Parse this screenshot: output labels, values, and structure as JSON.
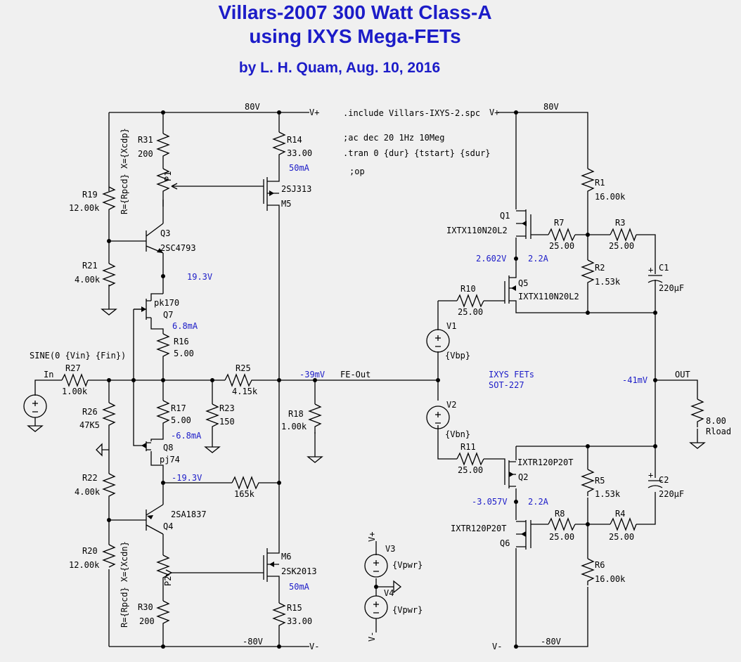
{
  "title": {
    "line1": "Villars-2007 300 Watt Class-A",
    "line2": "using IXYS Mega-FETs",
    "byline": "by L. H. Quam, Aug. 10, 2016"
  },
  "directives": [
    ".include Villars-IXYS-2.spc",
    ";ac dec 20 1Hz 10Meg",
    ".tran 0 {dur} {tstart} {sdur}",
    ";op"
  ],
  "nets": {
    "vplus_left": "80V",
    "vplus_right": "80V",
    "vminus_left": "-80V",
    "vminus_right": "-80V",
    "vp_flag": "V+",
    "vm_flag": "V-",
    "fe_out": "FE-Out",
    "out": "OUT",
    "in": "In"
  },
  "annotations": {
    "n_q3": "19.3V",
    "n_q4": "-19.3V",
    "i_q7": "6.8mA",
    "i_q8": "-6.8mA",
    "i_m5": "50mA",
    "i_m6": "50mA",
    "v_fe": "-39mV",
    "v_out": "-41mV",
    "v_q1": "2.602V",
    "i_q1": "2.2A",
    "v_q2": "-3.057V",
    "i_q2": "2.2A",
    "note1": "IXYS FETs",
    "note2": "SOT-227"
  },
  "source": {
    "sine": "SINE(0 {Vin} {Fin})"
  },
  "components": {
    "R31": "R31",
    "R31_v": "200",
    "P1": "P1",
    "R19": "R19",
    "R19_v": "12.00k",
    "Rp_top": "R={Rpcd} X={Xcdp}",
    "Q3": "Q3",
    "Q3_t": "2SC4793",
    "R21": "R21",
    "R21_v": "4.00k",
    "Q7": "Q7",
    "Q7_t": "pk170",
    "R16": "R16",
    "R16_v": "5.00",
    "R17": "R17",
    "R17_v": "5.00",
    "R23": "R23",
    "R23_v": "150",
    "R25": "R25",
    "R25_v": "4.15k",
    "R27": "R27",
    "R27_v": "1.00k",
    "R26": "R26",
    "R26_v": "47K5",
    "Q8": "Q8",
    "Q8_t": "pj74",
    "R22": "R22",
    "R22_v": "4.00k",
    "Rfb_v": "165k",
    "Q4": "Q4",
    "Q4_t": "2SA1837",
    "R20": "R20",
    "R20_v": "12.00k",
    "Rp_bot": "R={Rpcd} X={Xcdn}",
    "P2": "P2",
    "R30": "R30",
    "R30_v": "200",
    "R14": "R14",
    "R14_v": "33.00",
    "M5": "M5",
    "M5_t": "2SJ313",
    "M6": "M6",
    "M6_t": "2SK2013",
    "R15": "R15",
    "R15_v": "33.00",
    "R18": "R18",
    "R18_v": "1.00k",
    "V3": "V3",
    "V3_v": "{Vpwr}",
    "V4": "V4",
    "V4_v": "{Vpwr}",
    "Q1": "Q1",
    "Q1_t": "IXTX110N20L2",
    "Q5": "Q5",
    "Q5_t": "IXTX110N20L2",
    "R7": "R7",
    "R7_v": "25.00",
    "R1": "R1",
    "R1_v": "16.00k",
    "R3": "R3",
    "R3_v": "25.00",
    "R2": "R2",
    "R2_v": "1.53k",
    "C1": "C1",
    "C1_v": "220µF",
    "R10": "R10",
    "R10_v": "25.00",
    "V1": "V1",
    "V1_v": "{Vbp}",
    "V2": "V2",
    "V2_v": "{Vbn}",
    "R11": "R11",
    "R11_v": "25.00",
    "Q2": "Q2",
    "Q2_t": "IXTR120P20T",
    "Q6": "Q6",
    "Q6_t": "IXTR120P20T",
    "R5": "R5",
    "R5_v": "1.53k",
    "C2": "C2",
    "C2_v": "220µF",
    "R8": "R8",
    "R8_v": "25.00",
    "R4": "R4",
    "R4_v": "25.00",
    "R6": "R6",
    "R6_v": "16.00k",
    "Rload": "Rload",
    "Rload_v": "8.00"
  }
}
